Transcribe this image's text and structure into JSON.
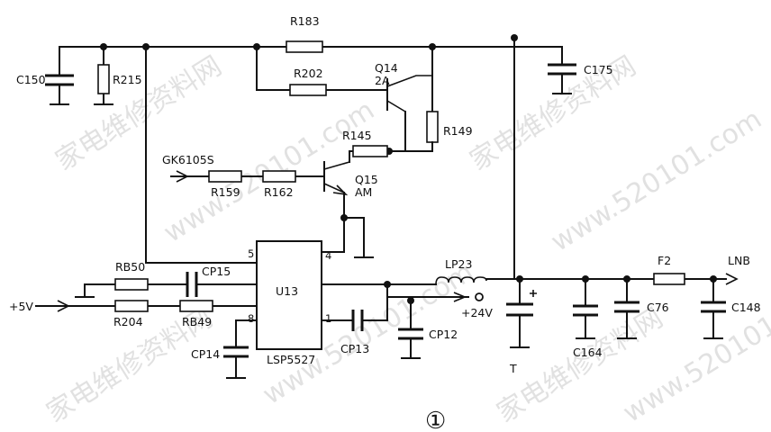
{
  "components": {
    "R183": "R183",
    "R202": "R202",
    "R215": "R215",
    "R145": "R145",
    "R149": "R149",
    "R159": "R159",
    "R162": "R162",
    "RB50": "RB50",
    "R204": "R204",
    "RB49": "RB49",
    "C150": "C150",
    "C175": "C175",
    "CP15": "CP15",
    "CP14": "CP14",
    "CP13": "CP13",
    "CP12": "CP12",
    "C164": "C164",
    "C76": "C76",
    "C148": "C148",
    "Q14": "Q14",
    "Q14_rating": "2A",
    "Q15": "Q15",
    "Q15_type": "AM",
    "LP23": "LP23",
    "F2": "F2",
    "U13": "U13",
    "U13_part": "LSP5527",
    "C163_partial": "T"
  },
  "pins": {
    "p5": "5",
    "p4": "4",
    "p8": "8",
    "p1": "1"
  },
  "nets": {
    "gk_signal": "GK6105S",
    "plus5v": "+5V",
    "plus24v": "+24V",
    "lnb": "LNB"
  },
  "figure_label": "①",
  "watermark": [
    "家电维修资料网",
    "www.520101.com"
  ]
}
